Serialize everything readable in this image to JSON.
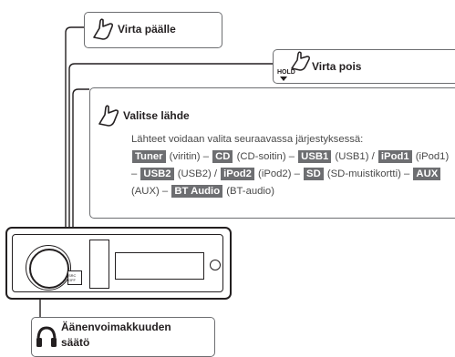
{
  "callouts": {
    "power_on": {
      "title": "Virta päälle"
    },
    "power_off": {
      "title": "Virta pois",
      "hold_label": "HOLD"
    },
    "source": {
      "title": "Valitse lähde",
      "intro": "Lähteet voidaan valita seuraavassa järjestyksessä:",
      "sequence": [
        {
          "tag": "Tuner",
          "desc": " (viritin) – "
        },
        {
          "tag": "CD",
          "desc": " (CD-soitin) – "
        },
        {
          "tag": "USB1",
          "desc": " (USB1) / "
        },
        {
          "tag": "iPod1",
          "desc": " (iPod1) – "
        },
        {
          "tag": "USB2",
          "desc": " (USB2) / "
        },
        {
          "tag": "iPod2",
          "desc": " (iPod2) – "
        },
        {
          "tag": "SD",
          "desc": " (SD-muistikortti) – "
        },
        {
          "tag": "AUX",
          "desc": " (AUX) – "
        },
        {
          "tag": "BT Audio",
          "desc": " (BT-audio)"
        }
      ]
    },
    "volume": {
      "title_line1": "Äänenvoimakkuuden",
      "title_line2": "säätö"
    }
  },
  "device_labels": {
    "src_label": "SRC",
    "off_label": "OFF"
  },
  "colors": {
    "line": "#231f20",
    "box_border": "#6d6e71",
    "tag_bg": "#6d6e71",
    "tag_text": "#ffffff"
  }
}
